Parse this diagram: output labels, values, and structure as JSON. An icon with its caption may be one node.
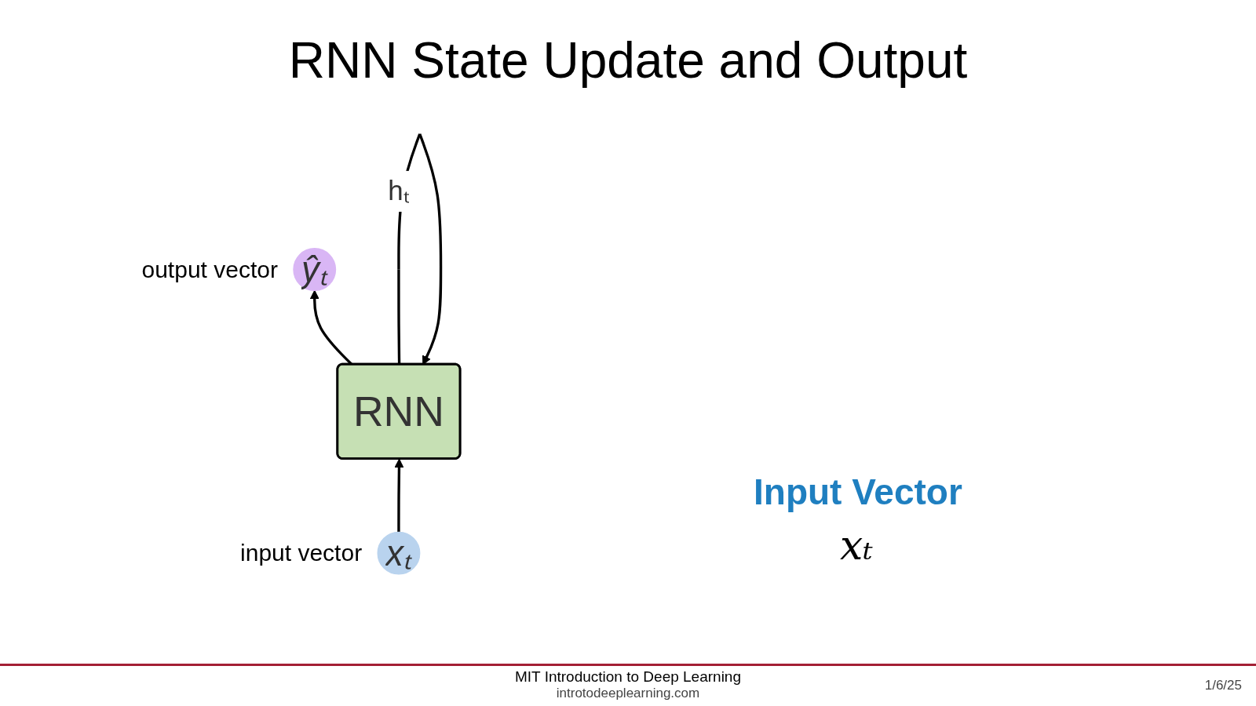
{
  "diagram": {
    "title": "RNN State Update and Output",
    "nodes": [
      {
        "text": [
          "ŷₜ"
        ],
        "beside": [
          "output vector"
        ]
      },
      {
        "text": [
          "RNN"
        ]
      },
      {
        "text": [
          "xₜ"
        ],
        "beside": [
          "input vector"
        ]
      }
    ],
    "edges": [
      {
        "from": 2,
        "to": 1,
        "arrow": "to"
      },
      {
        "from": 1,
        "to": 0,
        "arrow": "to"
      },
      {
        "from": 1,
        "to": 1,
        "arrow": "to",
        "label": "hₜ"
      }
    ],
    "labels": [
      "Input Vector",
      "xₜ",
      "MIT Introduction to Deep Learning",
      "introtodeeplearning.com",
      "1/6/25"
    ]
  }
}
